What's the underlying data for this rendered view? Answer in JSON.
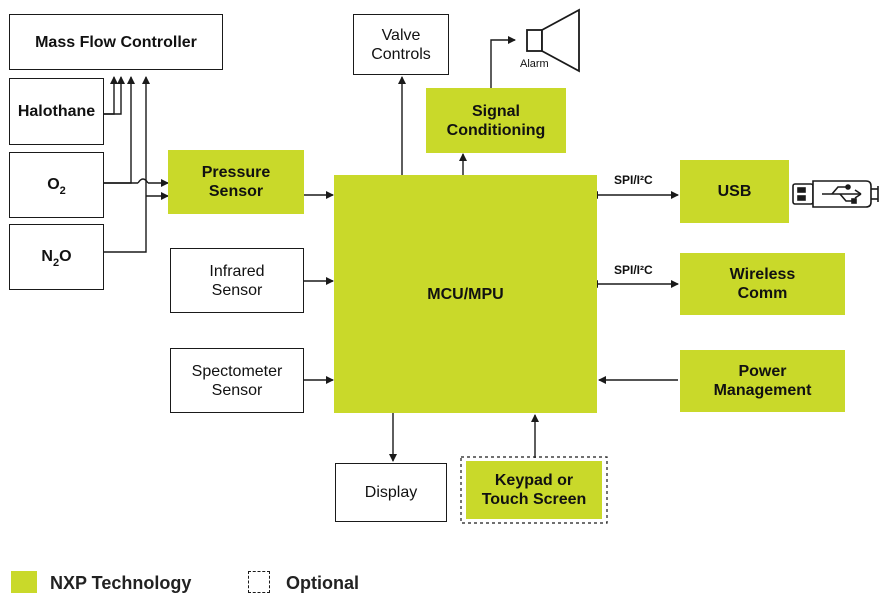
{
  "blocks": {
    "mfc": "Mass Flow Controller",
    "halothane": "Halothane",
    "o2": {
      "base": "O",
      "sub": "2"
    },
    "n2o": {
      "base": "N",
      "sub": "2",
      "tail": "O"
    },
    "pressure": "Pressure\nSensor",
    "infrared": "Infrared\nSensor",
    "spectrometer": "Spectometer\nSensor",
    "mcu": "MCU/MPU",
    "valve": "Valve\nControls",
    "signal": "Signal\nConditioning",
    "usb": "USB",
    "wireless": "Wireless\nComm",
    "power": "Power\nManagement",
    "display": "Display",
    "keypad": "Keypad or\nTouch Screen"
  },
  "labels": {
    "alarm": "Alarm",
    "spi_usb": "SPI/I²C",
    "spi_wireless": "SPI/I²C"
  },
  "icons": {
    "speaker": "speaker-icon",
    "usb_plug": "usb-plug-icon"
  },
  "legend": {
    "nxp": "NXP Technology",
    "optional": "Optional"
  },
  "colors": {
    "nxp_green": "#c9d92a",
    "line": "#1a1a1a"
  }
}
